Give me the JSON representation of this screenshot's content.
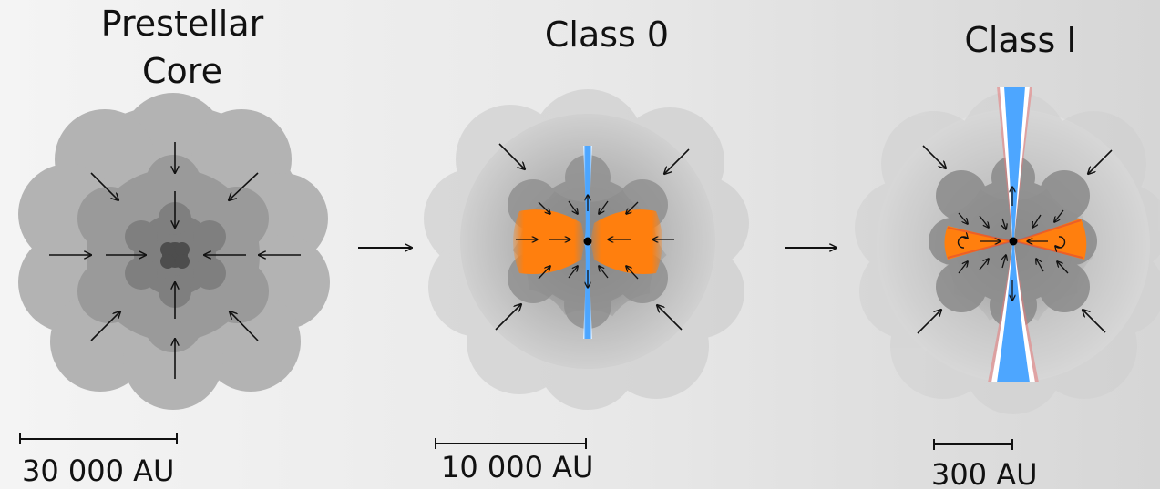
{
  "titles": {
    "prestellar": [
      "Prestellar",
      "Core"
    ],
    "class0": "Class 0",
    "class1": "Class I"
  },
  "scale_bars": {
    "prestellar": "30 000 AU",
    "class0": "10 000 AU",
    "class1": "300 AU"
  },
  "colors": {
    "outflow_cavity": "#ff7f0e",
    "jet": "#4da6ff",
    "envelope_outer": "#b3b3b3",
    "envelope_mid": "#999999",
    "envelope_inner": "#808080",
    "core": "#4d4d4d",
    "protostar": "#000000"
  }
}
